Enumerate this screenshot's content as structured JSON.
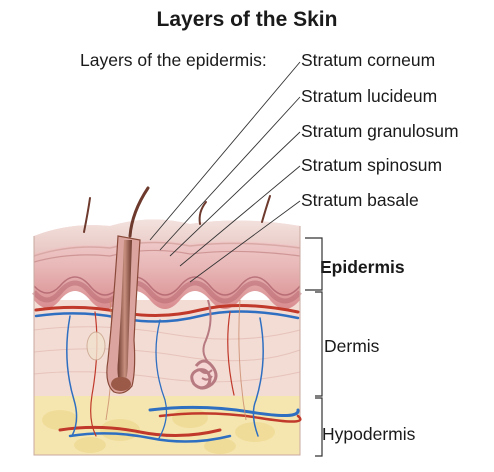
{
  "title": "Layers of the Skin",
  "epidermis_layers_label": "Layers of the epidermis:",
  "epidermis_layers": [
    "Stratum corneum",
    "Stratum lucideum",
    "Stratum granulosum",
    "Stratum spinosum",
    "Stratum basale"
  ],
  "regions": {
    "epidermis": "Epidermis",
    "dermis": "Dermis",
    "hypodermis": "Hypodermis"
  },
  "colors": {
    "epidermis_top": "#efd0cd",
    "epidermis_deep": "#d98d8f",
    "dermis": "#f3dcd4",
    "hypodermis": "#f5e6b0",
    "artery": "#c0392b",
    "vein": "#2f6fc1",
    "hair": "#8a4a3a"
  }
}
